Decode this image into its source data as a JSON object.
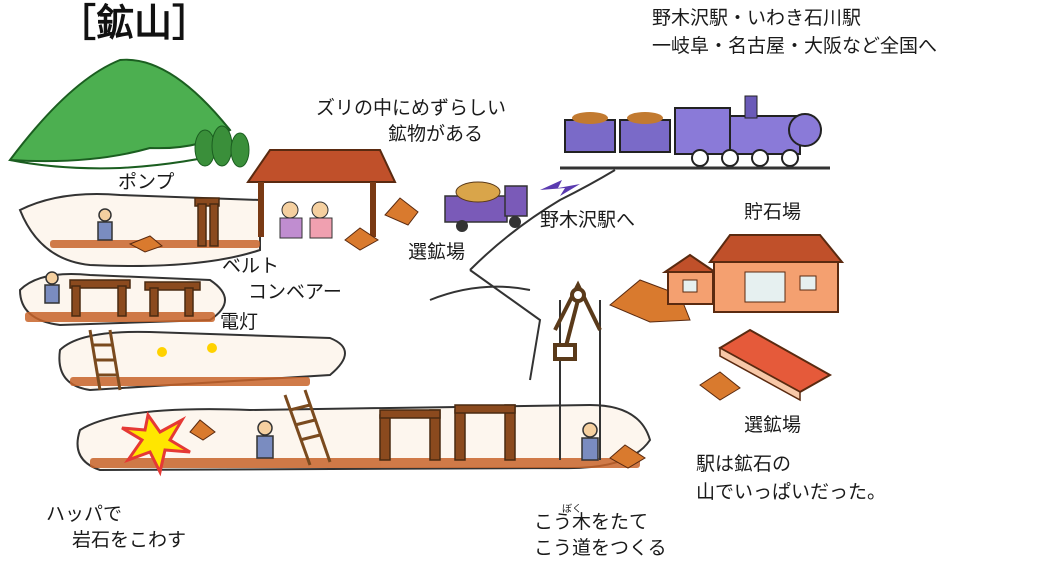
{
  "title": "［鉱山］",
  "labels": {
    "destinations_line1": "野木沢駅・いわき石川駅",
    "destinations_line2": "一岐阜・名古屋・大阪など全国へ",
    "rare_minerals_line1": "ズリの中にめずらしい",
    "rare_minerals_line2": "鉱物がある",
    "pump": "ポンプ",
    "belt_line1": "ベルト",
    "belt_line2": "コンベアー",
    "light": "電灯",
    "to_station": "野木沢駅へ",
    "sorting_site_1": "選鉱場",
    "storage_site": "貯石場",
    "sorting_site_2": "選鉱場",
    "station_note_line1": "駅は鉱石の",
    "station_note_line2": "山でいっぱいだった。",
    "blast_line1": "ハッパで",
    "blast_line2": "岩石をこわす",
    "tunnel_line1": "こう木をたて",
    "tunnel_line2": "こう道をつくる",
    "ruby_boku": "ぼく"
  },
  "colors": {
    "mountain": "#4caf50",
    "tunnel_floor": "#c8642a",
    "train": "#6a5ab8",
    "building_roof": "#c0502a",
    "ore": "#d97a2e"
  }
}
